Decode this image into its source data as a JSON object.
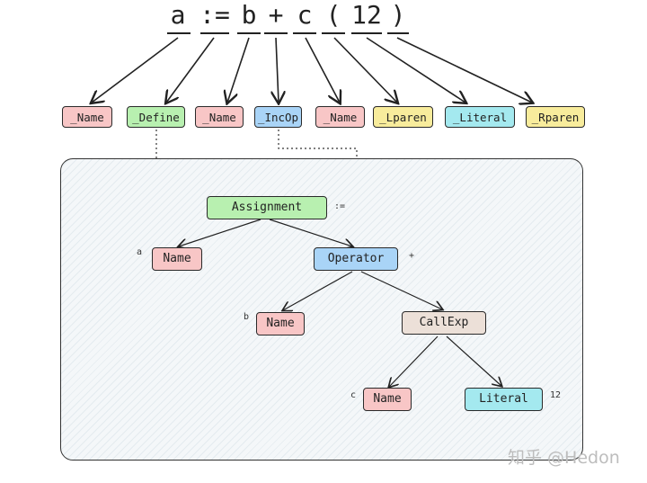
{
  "source": {
    "chars": [
      "a",
      ":=",
      "b",
      "+",
      "c",
      "(",
      "12",
      ")"
    ]
  },
  "tokens": [
    "_Name",
    "_Define",
    "_Name",
    "_IncOp",
    "_Name",
    "_Lparen",
    "_Literal",
    "_Rparen"
  ],
  "ast": {
    "assignment": "Assignment",
    "name_a": "Name",
    "operator": "Operator",
    "name_b": "Name",
    "callexp": "CallExp",
    "name_c": "Name",
    "literal": "Literal"
  },
  "annotations": {
    "define": ":=",
    "a": "a",
    "plus": "+",
    "b": "b",
    "c": "c",
    "twelve": "12"
  },
  "colors": {
    "name": "#f8c6c6",
    "define": "#b8f0b0",
    "incop": "#a9d4f7",
    "paren": "#f8ec9c",
    "literal": "#a4e9ef",
    "callexp": "#ece0d8"
  },
  "watermark": "知乎 @Hedon"
}
